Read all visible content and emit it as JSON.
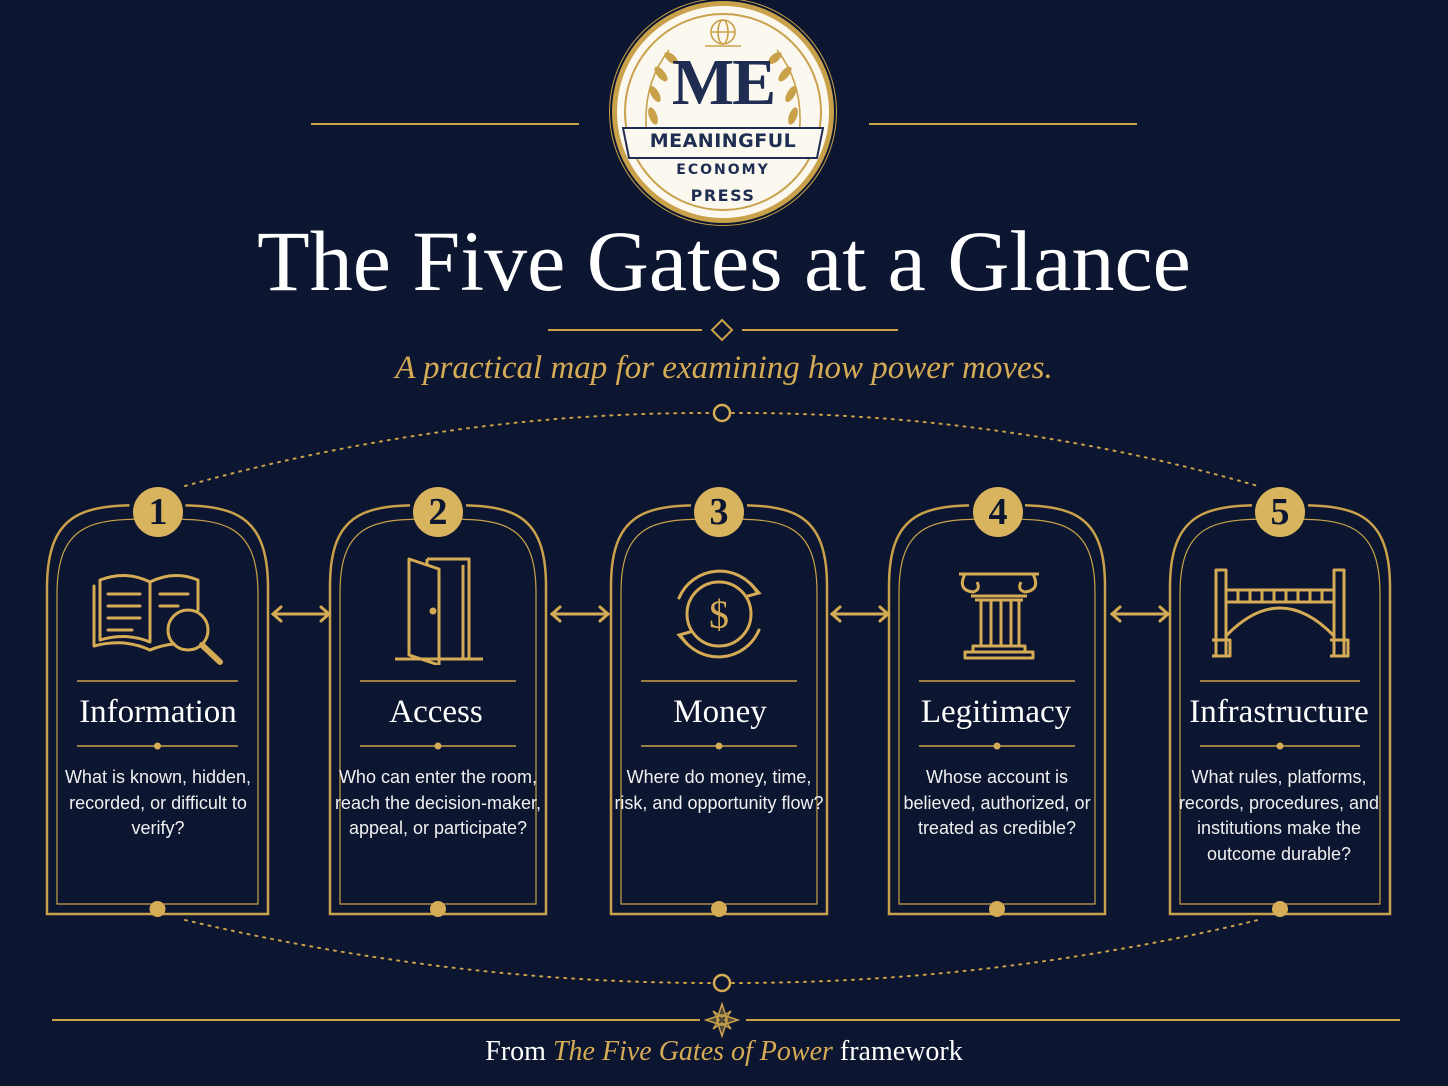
{
  "logo": {
    "mark": "ME",
    "line1": "MEANINGFUL",
    "line2": "ECONOMY",
    "line3": "PRESS"
  },
  "title": "The Five Gates at a Glance",
  "subtitle": "A practical map for examining how power moves.",
  "gates": [
    {
      "number": "1",
      "title": "Information",
      "description": "What is known, hidden, recorded, or difficult to verify?",
      "icon": "book-magnifier-icon"
    },
    {
      "number": "2",
      "title": "Access",
      "description": "Who can enter the room, reach the decision-maker, appeal, or participate?",
      "icon": "open-door-icon"
    },
    {
      "number": "3",
      "title": "Money",
      "description": "Where do money, time, risk, and opportunity flow?",
      "icon": "dollar-cycle-icon"
    },
    {
      "number": "4",
      "title": "Legitimacy",
      "description": "Whose account is believed, authorized, or treated as credible?",
      "icon": "column-icon"
    },
    {
      "number": "5",
      "title": "Infrastructure",
      "description": "What rules, platforms, records, procedures, and institutions make the outcome durable?",
      "icon": "bridge-icon"
    }
  ],
  "footer": {
    "prefix": "From",
    "work": "The Five Gates of Power",
    "suffix": "framework"
  },
  "colors": {
    "background": "#0c1630",
    "gold": "#d6ab55",
    "text": "#ffffff"
  }
}
